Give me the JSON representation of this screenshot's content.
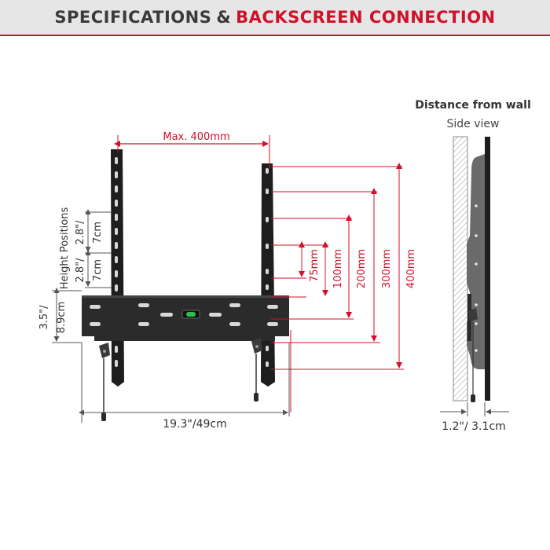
{
  "header": {
    "title_part1": "SPECIFICATIONS",
    "title_amp": "&",
    "title_part2": "BACKSCREEN CONNECTION"
  },
  "colors": {
    "accent": "#d0112b",
    "text_dark": "#3a3a3a",
    "header_bg": "#e6e6e6",
    "bracket": "#1e1e1e",
    "dimension_gray": "#555555"
  },
  "front_view": {
    "max_width_label": "Max. 400mm",
    "vertical_dims": [
      "75mm",
      "100mm",
      "200mm",
      "300mm",
      "400mm"
    ],
    "height_positions_label": "Height Positions",
    "step_upper_in": "2.8\"/",
    "step_upper_cm": "7cm",
    "step_lower_in": "2.8\"/",
    "step_lower_cm": "7cm",
    "depth_in": "3.5\"/",
    "depth_cm": "8.9cm",
    "width_label": "19.3\"/49cm"
  },
  "side_view": {
    "title": "Distance from wall",
    "subtitle": "Side view",
    "distance_label": "1.2\"/ 3.1cm"
  }
}
